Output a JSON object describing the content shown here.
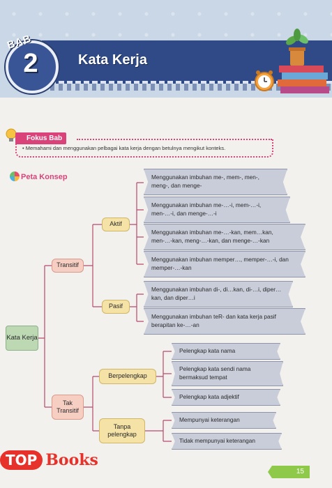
{
  "header": {
    "bab_label": "BAB",
    "bab_number": "2",
    "title": "Kata Kerja"
  },
  "fokus": {
    "tag": "Fokus",
    "tag2": "Bab",
    "item": "Memahami dan menggunakan pelbagai kata kerja dengan betulnya mengikut konteks."
  },
  "peta": {
    "title": "Peta Konsep"
  },
  "map": {
    "root": "Kata Kerja",
    "transitif": "Transitif",
    "tak_transitif": "Tak Transitif",
    "aktif": "Aktif",
    "pasif": "Pasif",
    "berpelengkap": "Berpelengkap",
    "tanpa_pelengkap": "Tanpa pelengkap",
    "leaves": [
      "Menggunakan imbuhan me-, mem-, men-, meng-, dan menge-",
      "Menggunakan imbuhan me-…-i, mem-…-i, men-…-i, dan menge-…-i",
      "Menggunakan imbuhan me-…-kan, mem…kan, men-…-kan, meng-…-kan, dan menge-…-kan",
      "Menggunakan imbuhan memper…, memper-…-i, dan memper-…-kan",
      "Menggunakan imbuhan di-, di…kan, di-…i, diper…kan, dan diper…i",
      "Menggunakan imbuhan teR- dan kata kerja pasif berapitan ke-…-an",
      "Pelengkap kata nama",
      "Pelengkap kata sendi nama bermaksud tempat",
      "Pelengkap kata adjektif",
      "Mempunyai keterangan",
      "Tidak mempunyai keterangan"
    ]
  },
  "footer": {
    "page": "15",
    "logo_top": "TOP",
    "logo_books": "Books"
  },
  "colors": {
    "accent": "#d9437a",
    "header_band": "#2f4a86",
    "leaf": "#c9cdd9",
    "root": "#bcd9b4",
    "mid": "#f7cfc2",
    "sub": "#f4e2a6"
  }
}
